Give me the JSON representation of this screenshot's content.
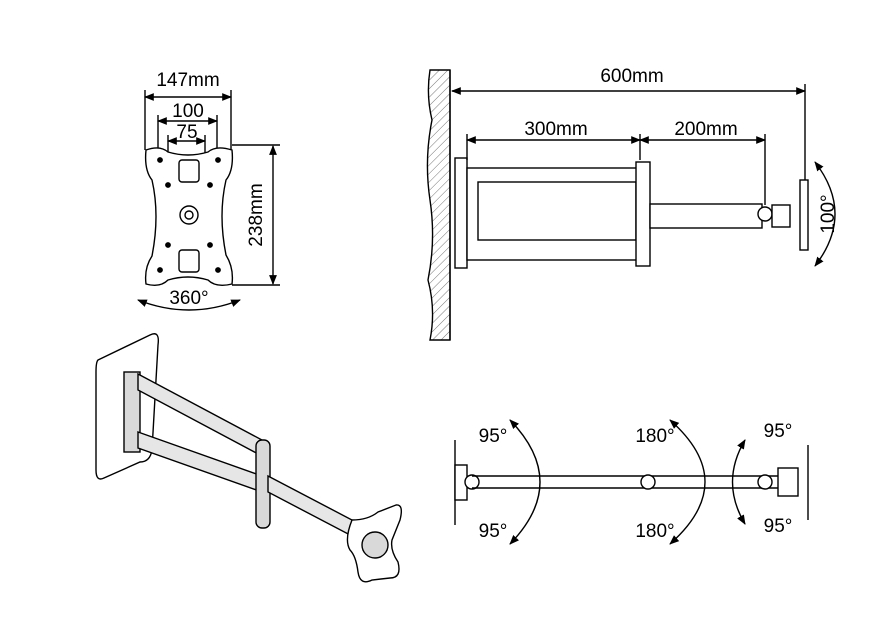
{
  "front_plate_view": {
    "width_outer": "147mm",
    "width_hole_100": "100",
    "width_hole_75": "75",
    "height": "238mm",
    "rotation": "360°"
  },
  "side_view": {
    "total_extension": "600mm",
    "first_arm": "300mm",
    "second_arm": "200mm",
    "tilt": "100°"
  },
  "top_view": {
    "wall_swivel_top": "95°",
    "wall_swivel_bottom": "95°",
    "elbow_swivel_top": "180°",
    "elbow_swivel_bottom": "180°",
    "head_swivel_top": "95°",
    "head_swivel_bottom": "95°"
  },
  "colors": {
    "line": "#000000",
    "fill_metal": "#d9d9d9",
    "fill_wall": "#e6e6e6",
    "background": "#ffffff"
  }
}
